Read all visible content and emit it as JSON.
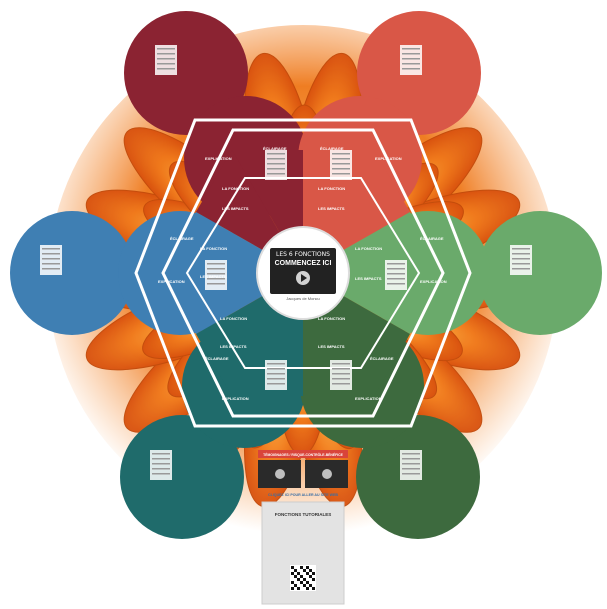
{
  "center": {
    "title_line1": "LES 6 FONCTIONS",
    "title_line2": "COMMENCEZ ICI",
    "subtitle": "Jacques de Moncu"
  },
  "sectors": {
    "top_left": {
      "color": "#8b2332",
      "lf": "LA FONCTION",
      "li": "LES IMPACTS",
      "ex": "EXPLICATION",
      "ec": "ÉCLAIRAGE"
    },
    "top_right": {
      "color": "#d95747",
      "lf": "LA FONCTION",
      "li": "LES IMPACTS",
      "ex": "EXPLICATION",
      "ec": "ÉCLAIRAGE"
    },
    "left": {
      "color": "#3f7fb3",
      "lf": "LA FONCTION",
      "li": "LES IMPACTS",
      "ex": "EXPLICATION",
      "ec": "ÉCLAIRAGE"
    },
    "right": {
      "color": "#6aaa6b",
      "lf": "LA FONCTION",
      "li": "LES IMPACTS",
      "ex": "EXPLICATION",
      "ec": "ÉCLAIRAGE"
    },
    "bottom_left": {
      "color": "#1f6b6b",
      "lf": "LA FONCTION",
      "li": "LES IMPACTS",
      "ex": "EXPLICATION",
      "ec": "ÉCLAIRAGE"
    },
    "bottom_right": {
      "color": "#3d6a3e",
      "lf": "LA FONCTION",
      "li": "LES IMPACTS",
      "ex": "EXPLICATION",
      "ec": "ÉCLAIRAGE"
    }
  },
  "bottom": {
    "banner": "TÉMOIGNAGES / RISQUE-CONTRÔLE-BÉNÉFICE",
    "link": "CLIQUEZ ICI POUR ALLER AU SITE WEB",
    "card_title": "FONCTIONS TUTORIALES"
  }
}
